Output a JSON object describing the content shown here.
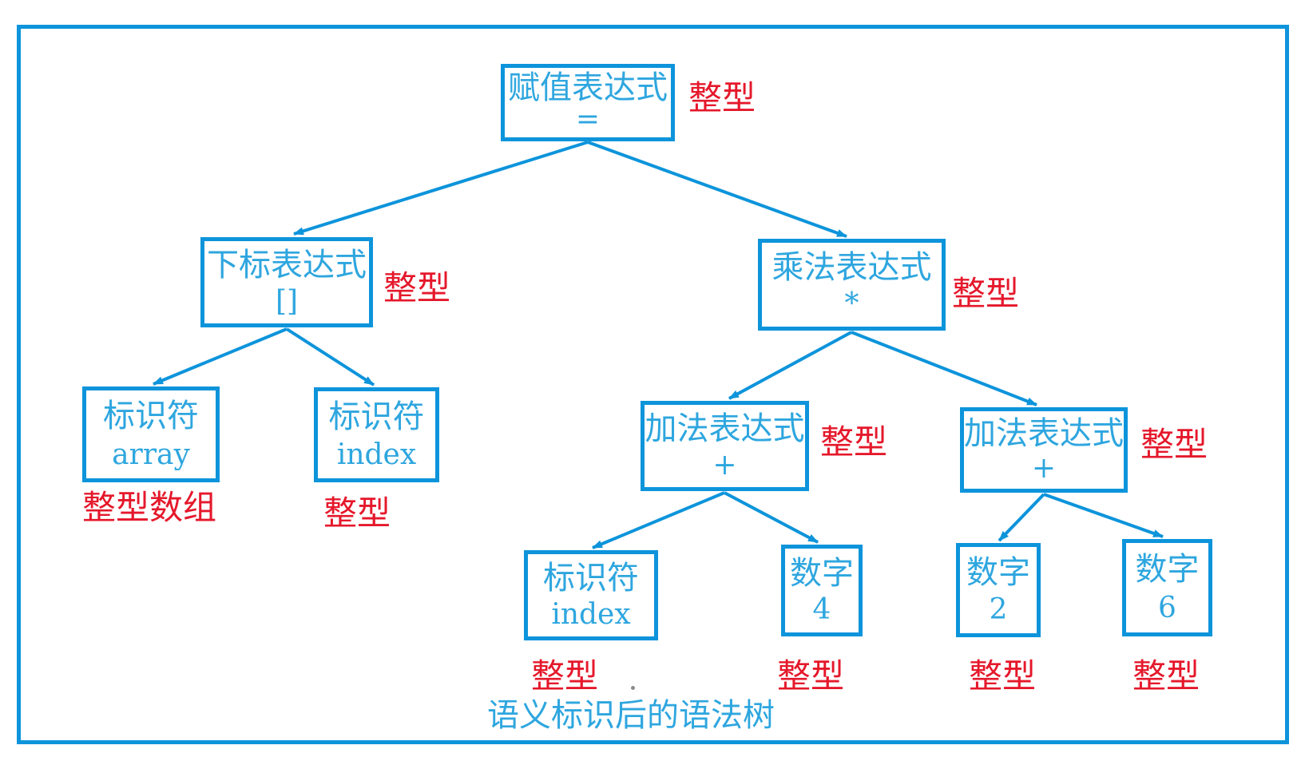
{
  "diagram": {
    "title": "语义标识后的语法树",
    "colors": {
      "tree_blue": "#0D94DB",
      "node_text_blue": "#2EA6DF",
      "annotation_red": "#E5182B",
      "background": "#FFFFFF"
    },
    "nodes": [
      {
        "id": "assignment",
        "label": "赋值表达式",
        "symbol": "=",
        "annotation": "整型"
      },
      {
        "id": "subscript",
        "label": "下标表达式",
        "symbol": "[]",
        "annotation": "整型"
      },
      {
        "id": "multiply",
        "label": "乘法表达式",
        "symbol": "*",
        "annotation": "整型"
      },
      {
        "id": "add-left",
        "label": "加法表达式",
        "symbol": "+",
        "annotation": "整型"
      },
      {
        "id": "add-right",
        "label": "加法表达式",
        "symbol": "+",
        "annotation": "整型"
      },
      {
        "id": "identifier-array",
        "label": "标识符",
        "symbol": "array",
        "annotation": "整型数组"
      },
      {
        "id": "identifier-index-l",
        "label": "标识符",
        "symbol": "index",
        "annotation": "整型"
      },
      {
        "id": "identifier-index-r",
        "label": "标识符",
        "symbol": "index",
        "annotation": "整型"
      },
      {
        "id": "number-4",
        "label": "数字",
        "symbol": "4",
        "annotation": "整型"
      },
      {
        "id": "number-2",
        "label": "数字",
        "symbol": "2",
        "annotation": "整型"
      },
      {
        "id": "number-6",
        "label": "数字",
        "symbol": "6",
        "annotation": "整型"
      }
    ],
    "edges": [
      {
        "from": "assignment",
        "to": "subscript"
      },
      {
        "from": "assignment",
        "to": "multiply"
      },
      {
        "from": "subscript",
        "to": "identifier-array"
      },
      {
        "from": "subscript",
        "to": "identifier-index-l"
      },
      {
        "from": "multiply",
        "to": "add-left"
      },
      {
        "from": "multiply",
        "to": "add-right"
      },
      {
        "from": "add-left",
        "to": "identifier-index-r"
      },
      {
        "from": "add-left",
        "to": "number-4"
      },
      {
        "from": "add-right",
        "to": "number-2"
      },
      {
        "from": "add-right",
        "to": "number-6"
      }
    ]
  }
}
